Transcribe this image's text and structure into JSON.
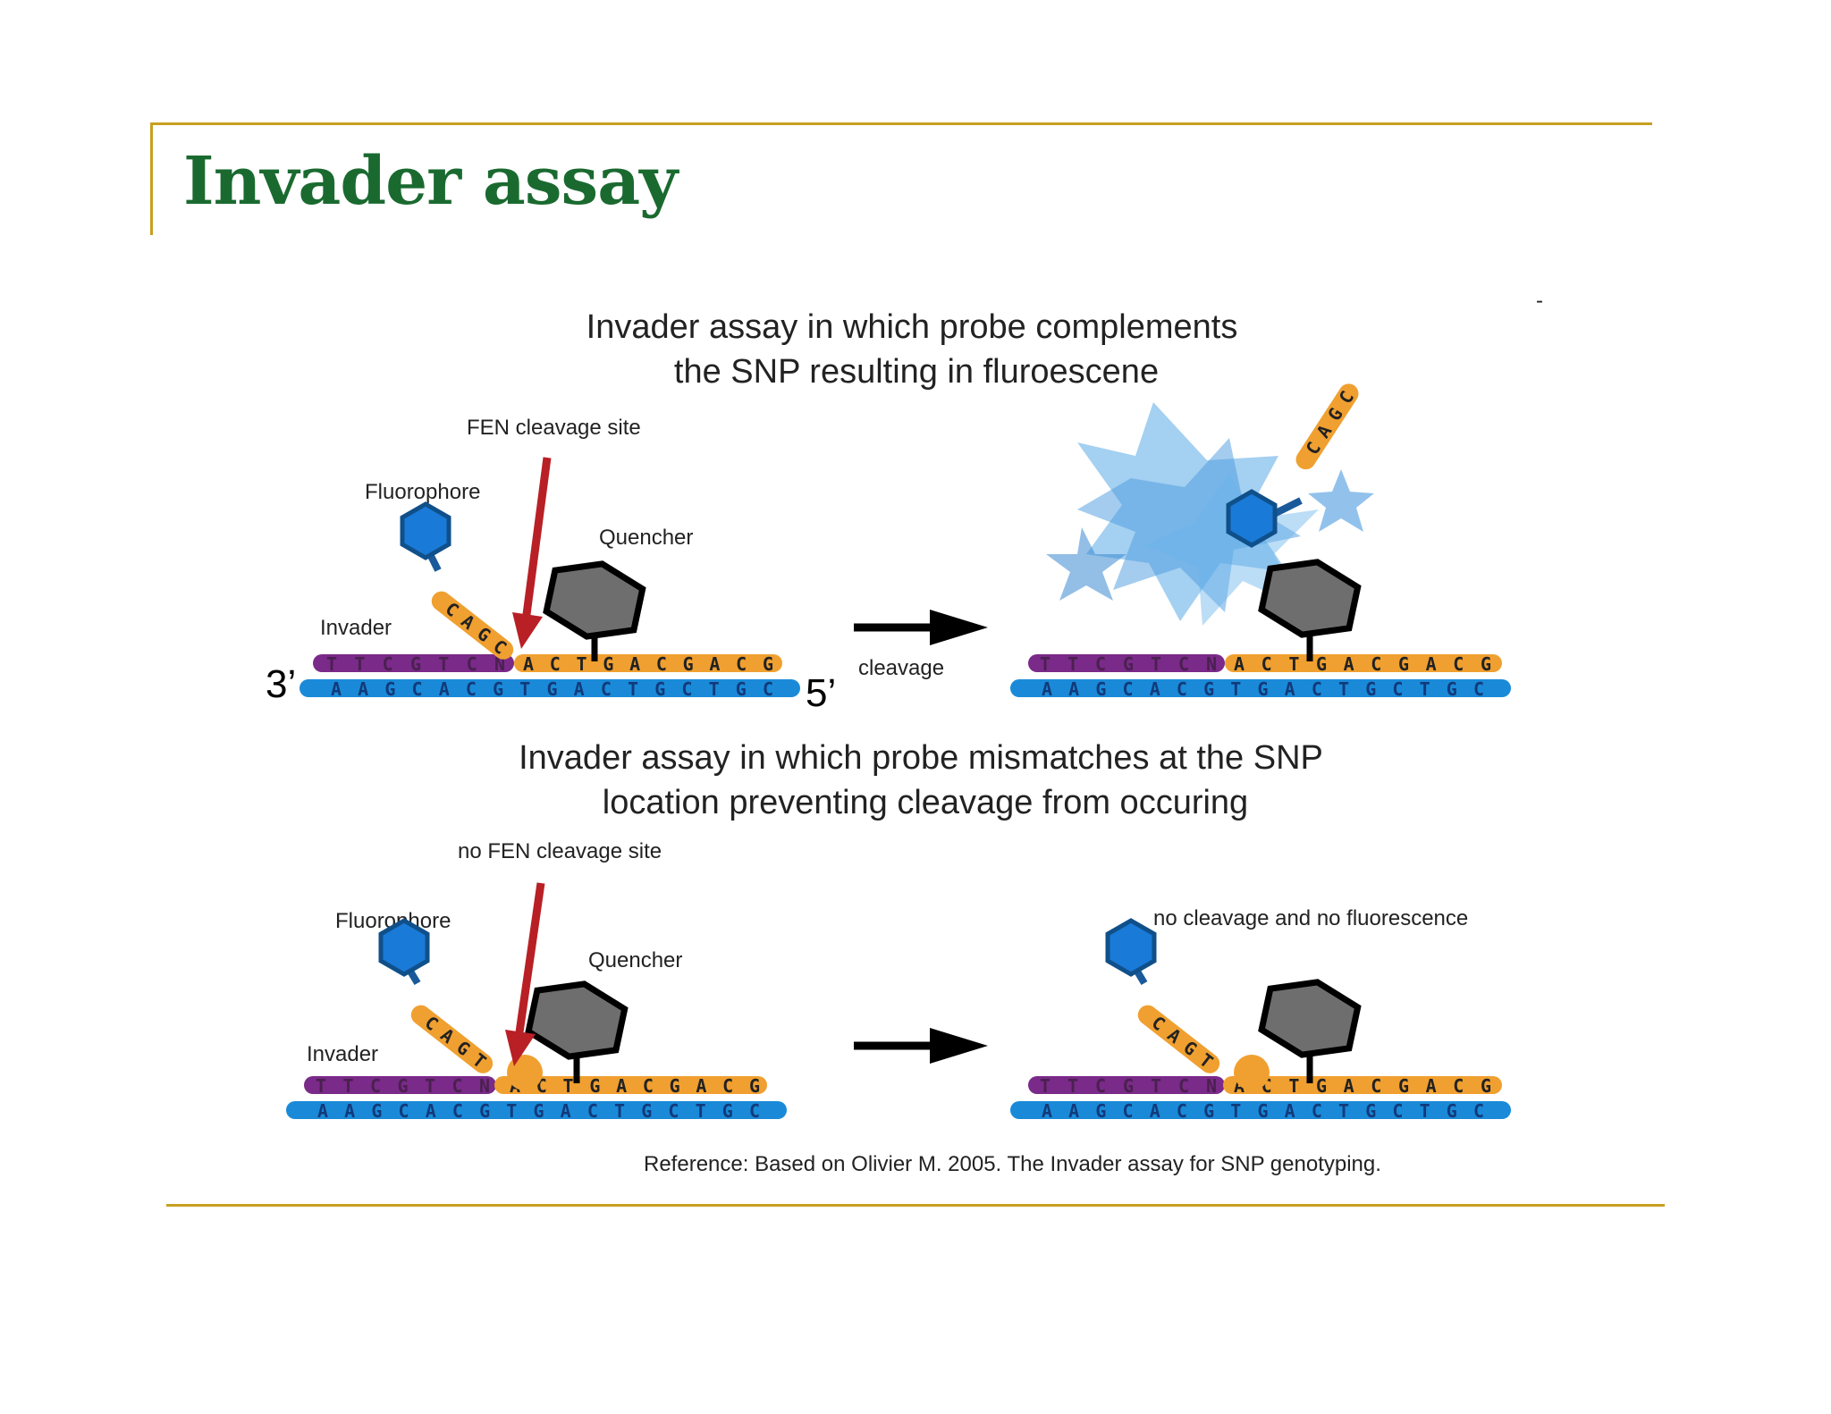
{
  "slide": {
    "title": "Invader assay"
  },
  "panel_top": {
    "heading_line1": "Invader assay in which probe complements",
    "heading_line2": "the SNP resulting in fluroescene",
    "fen_label": "FEN cleavage site",
    "fluorophore_label": "Fluorophore",
    "quencher_label": "Quencher",
    "invader_label": "Invader",
    "cleavage_label": "cleavage",
    "end_3prime": "3’",
    "end_5prime": "5’",
    "flap_seq": "CAGC",
    "released_flap_seq": "CAGC",
    "invader_seq": "TTCGTCN",
    "probe_seq": "ACTGACGACG",
    "target_seq": "AAGCACGTGACTGCTGC",
    "dash_mark": "-"
  },
  "panel_bottom": {
    "heading_line1": "Invader assay in which probe mismatches at the SNP",
    "heading_line2": "location preventing cleavage from occuring",
    "fen_label": "no FEN cleavage site",
    "fluorophore_label": "Fluorophore",
    "quencher_label": "Quencher",
    "invader_label": "Invader",
    "result_label": "no cleavage and no fluorescence",
    "flap_seq": "CAGT",
    "invader_seq": "TTCGTCN",
    "probe_seq": "ACTGACGACG",
    "target_seq": "AAGCACGTGACTGCTGC"
  },
  "reference": "Reference: Based on Olivier M. 2005. The Invader assay for SNP genotyping.",
  "colors": {
    "title_green": "#1a6a30",
    "rule_gold": "#c8a020",
    "target_strand": "#1a8ad8",
    "probe_orange": "#f0a030",
    "invader_purple": "#7a2a88",
    "arrow_red": "#b82025",
    "fluorophore_blue": "#1a7ad8",
    "quencher_gray": "#6e6e6e",
    "glow_blue": "#5aaae6"
  },
  "icons": [
    "fluorophore-hexagon-icon",
    "quencher-hexagon-icon",
    "red-down-arrow-icon",
    "black-right-arrow-icon",
    "fluorescence-star-icon"
  ]
}
